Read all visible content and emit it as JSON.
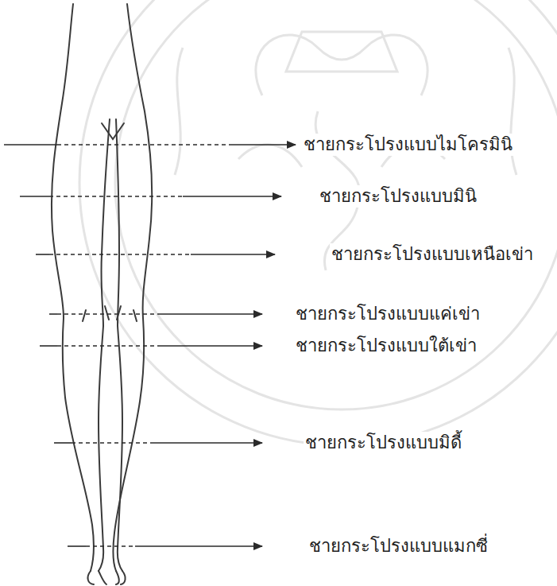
{
  "diagram": {
    "labels": [
      "ชายกระโปรงแบบไมโครมินิ",
      "ชายกระโปรงแบบมินิ",
      "ชายกระโปรงแบบเหนือเข่า",
      "ชายกระโปรงแบบแค่เข่า",
      "ชายกระโปรงแบบใต้เข่า",
      "ชายกระโปรงแบบมิดี้",
      "ชายกระโปรงแบบแมกซี่"
    ]
  }
}
